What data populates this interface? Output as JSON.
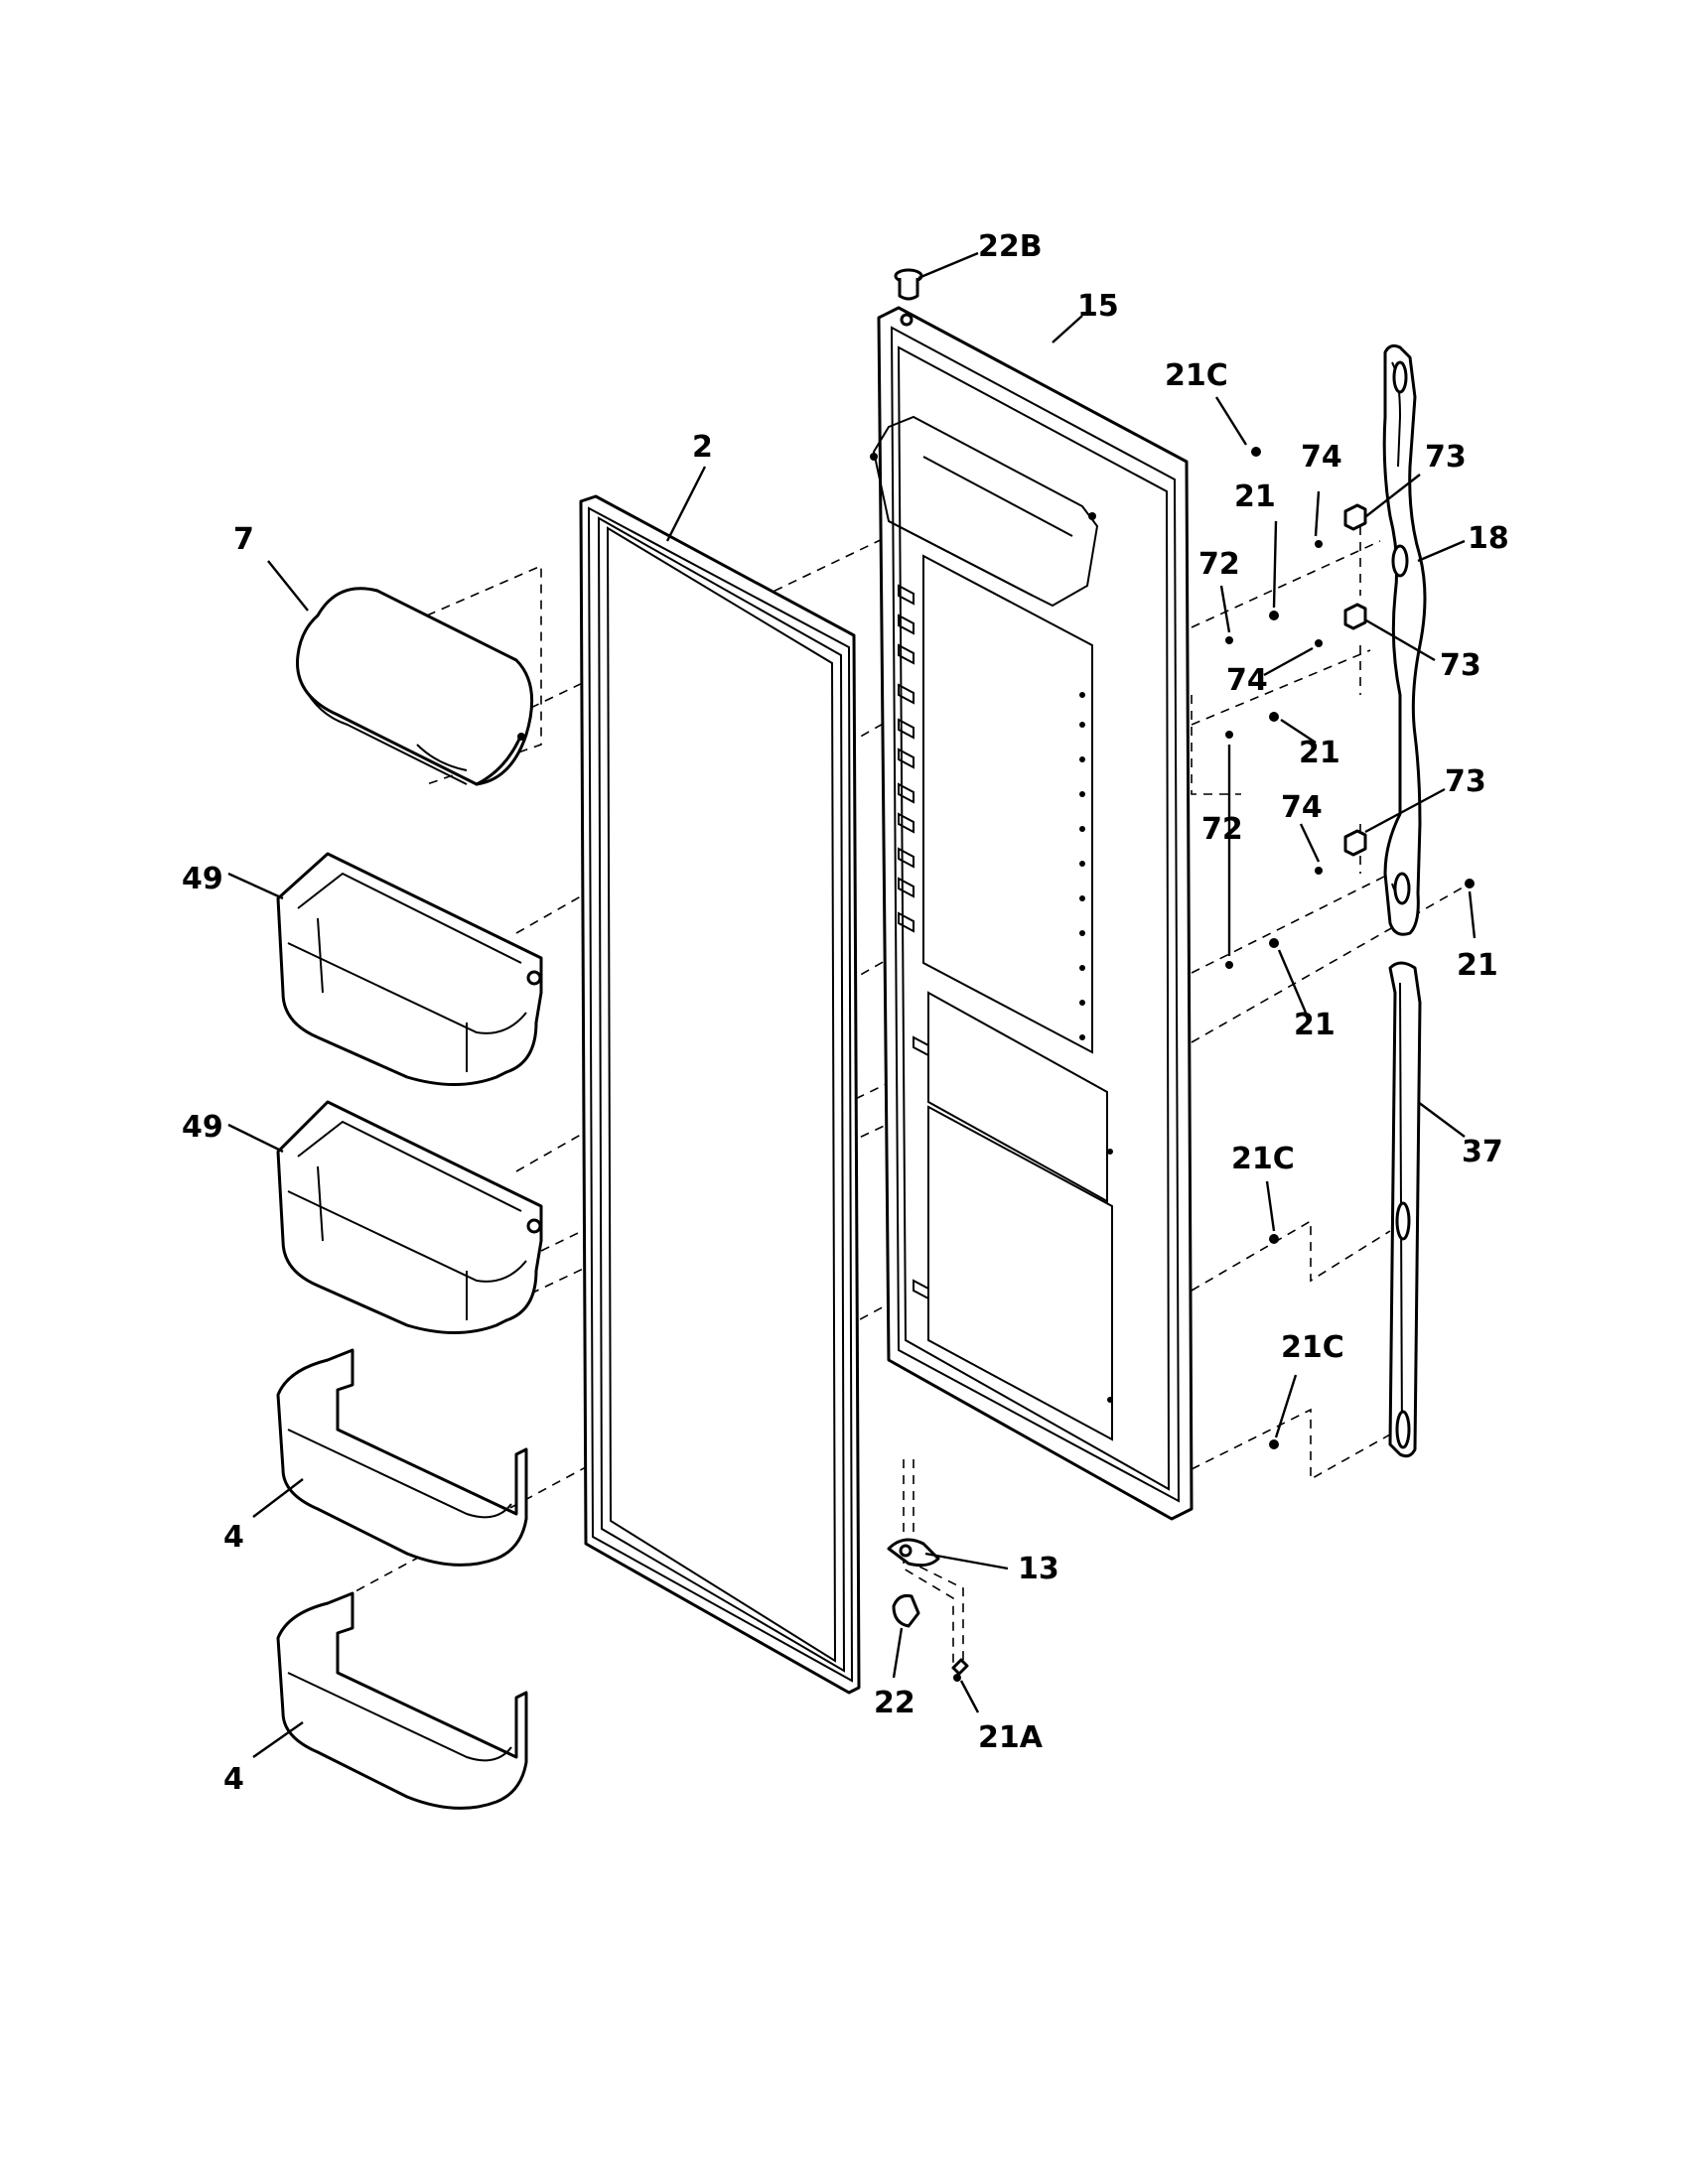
{
  "callouts": [
    {
      "id": "c-22b",
      "text": "22B"
    },
    {
      "id": "c-15",
      "text": "15"
    },
    {
      "id": "c-21c-top",
      "text": "21C"
    },
    {
      "id": "c-2",
      "text": "2"
    },
    {
      "id": "c-74-a",
      "text": "74"
    },
    {
      "id": "c-73-a",
      "text": "73"
    },
    {
      "id": "c-7",
      "text": "7"
    },
    {
      "id": "c-21-a",
      "text": "21"
    },
    {
      "id": "c-18",
      "text": "18"
    },
    {
      "id": "c-72-a",
      "text": "72"
    },
    {
      "id": "c-74-b",
      "text": "74"
    },
    {
      "id": "c-73-b",
      "text": "73"
    },
    {
      "id": "c-21-b",
      "text": "21"
    },
    {
      "id": "c-73-c",
      "text": "73"
    },
    {
      "id": "c-72-b",
      "text": "72"
    },
    {
      "id": "c-74-c",
      "text": "74"
    },
    {
      "id": "c-49-a",
      "text": "49"
    },
    {
      "id": "c-21-c",
      "text": "21"
    },
    {
      "id": "c-21-d",
      "text": "21"
    },
    {
      "id": "c-49-b",
      "text": "49"
    },
    {
      "id": "c-37",
      "text": "37"
    },
    {
      "id": "c-21c-mid",
      "text": "21C"
    },
    {
      "id": "c-21c-low",
      "text": "21C"
    },
    {
      "id": "c-13",
      "text": "13"
    },
    {
      "id": "c-4-a",
      "text": "4"
    },
    {
      "id": "c-22",
      "text": "22"
    },
    {
      "id": "c-21a",
      "text": "21A"
    },
    {
      "id": "c-4-b",
      "text": "4"
    }
  ],
  "colors": {
    "ink": "#000000",
    "paper": "#ffffff"
  }
}
